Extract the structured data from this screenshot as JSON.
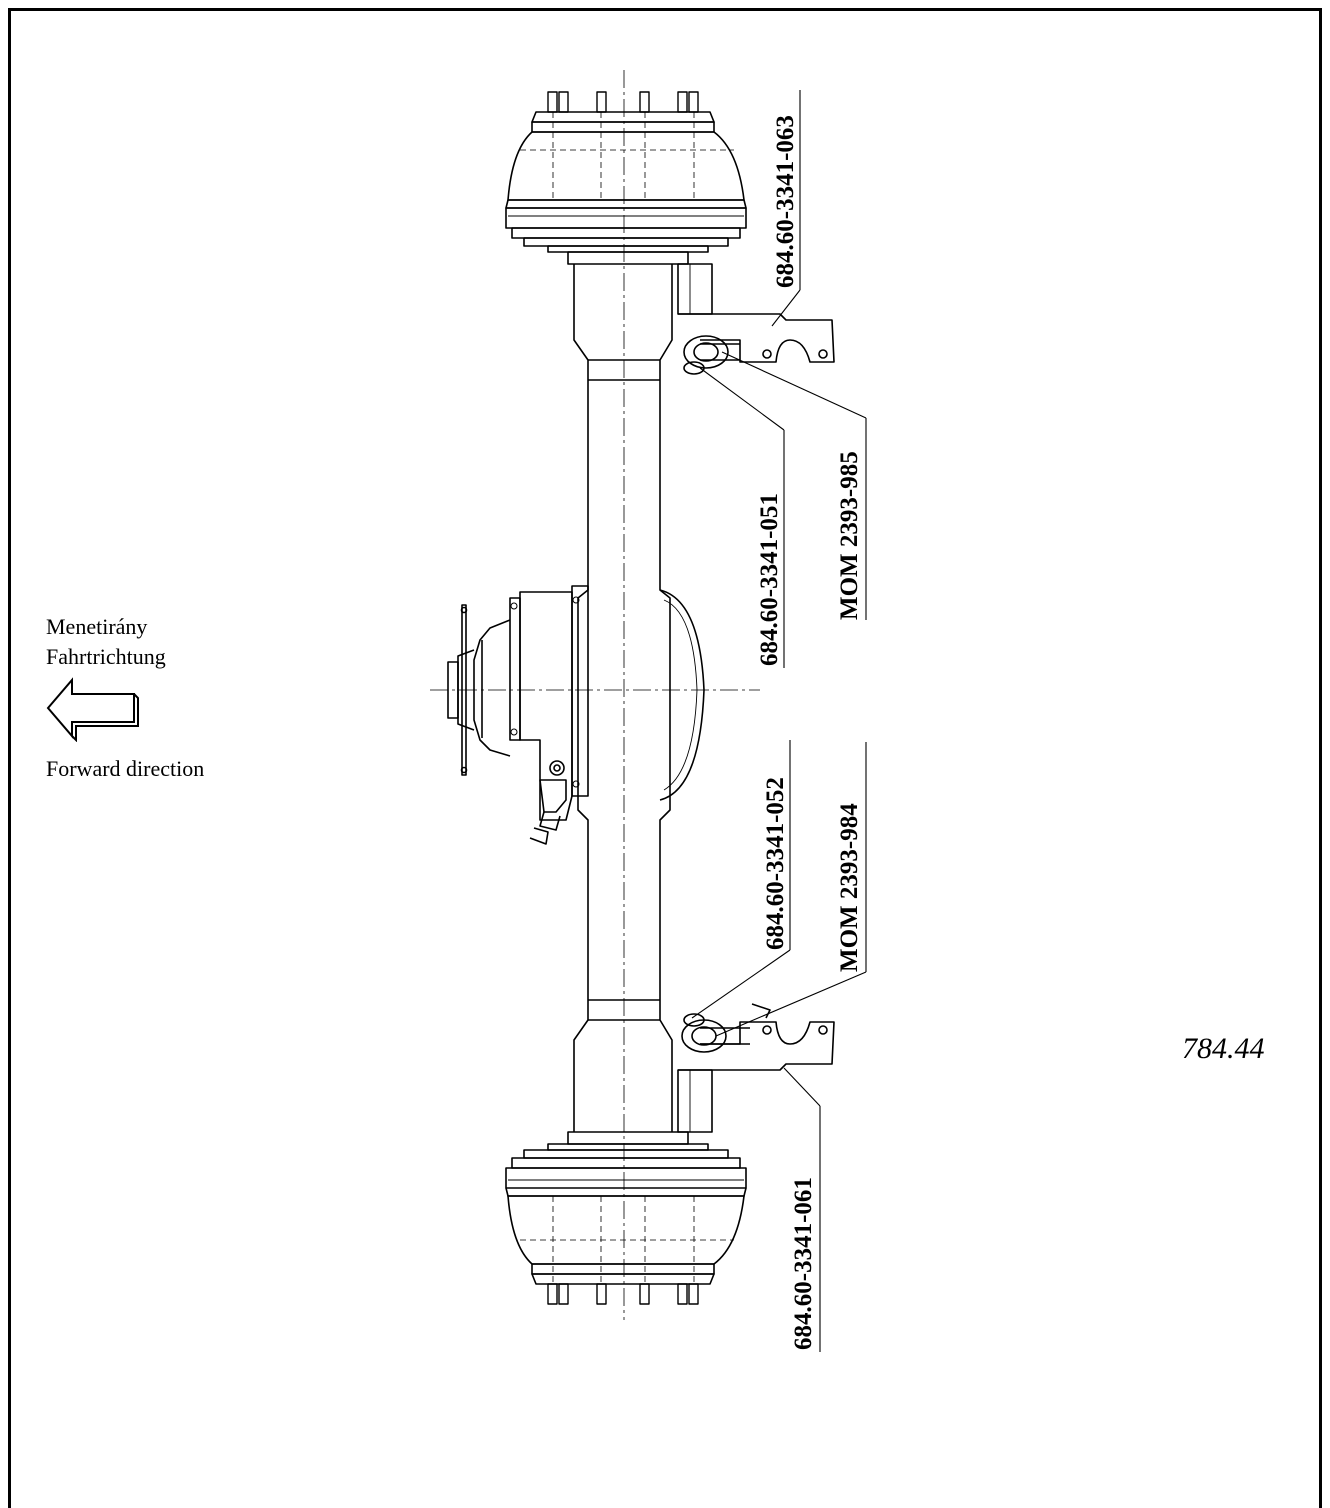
{
  "direction": {
    "hungarian": "Menetirány",
    "german": "Fahrtrichtung",
    "english": "Forward direction",
    "arrow_icon": "left-arrow-icon"
  },
  "parts": {
    "top_bracket": "684.60-3341-063",
    "top_bolt": "684.60-3341-051",
    "top_mom": "MOM 2393-985",
    "bottom_bolt": "684.60-3341-052",
    "bottom_mom": "MOM 2393-984",
    "bottom_bracket": "684.60-3341-061"
  },
  "drawing_number": "784.44",
  "colors": {
    "ink": "#000000",
    "paper": "#ffffff"
  }
}
